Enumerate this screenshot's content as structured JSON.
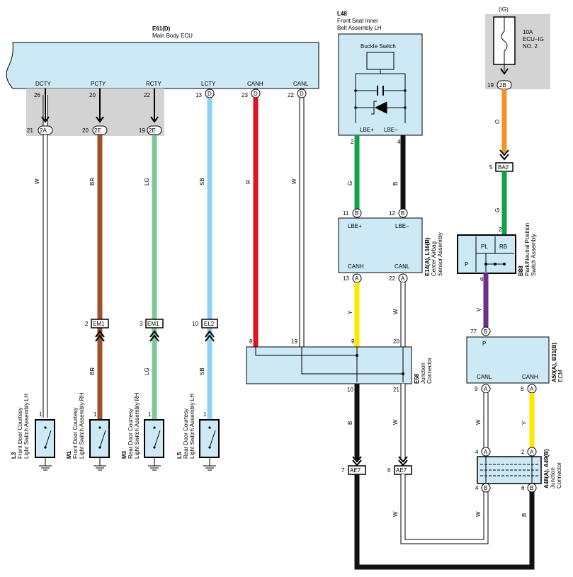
{
  "colors": {
    "box_fill": "#cde9f5",
    "gray": "#d3d3d3",
    "wire_W": "#ffffff",
    "wire_BR": "#a0522d",
    "wire_LG": "#7ec99a",
    "wire_SB": "#8fd3f4",
    "wire_R": "#e0141e",
    "wire_G": "#12a14a",
    "wire_B": "#111111",
    "wire_O": "#f39322",
    "wire_Y": "#ffe600",
    "wire_V": "#6a2f8f"
  },
  "ecu": {
    "code": "E61(D)",
    "name": "Main Body ECU",
    "pins": [
      "DCTY",
      "PCTY",
      "RCTY",
      "LCTY",
      "CANH",
      "CANL"
    ],
    "pin_nums": [
      "26",
      "20",
      "22",
      "13",
      "23",
      "22"
    ],
    "conn_D": "D"
  },
  "gray_connectors": {
    "c1": "2A",
    "c2": "2E",
    "c3": "2E",
    "n1": "21",
    "n2": "20",
    "n3": "19"
  },
  "wire_codes": {
    "w1": "W",
    "w2": "BR",
    "w3": "LG",
    "w4": "SB",
    "w5": "R",
    "w6": "W",
    "g1": "G",
    "b1": "B",
    "o1": "O",
    "g2": "G",
    "y1": "Y",
    "w7": "W",
    "v1": "V",
    "br2": "BR",
    "lg2": "LG",
    "sb2": "SB",
    "b2": "B",
    "w8": "W",
    "w9": "W",
    "y2": "Y",
    "w10": "W",
    "b3": "B"
  },
  "l48": {
    "code": "L48",
    "name1": "Front Seat Inner",
    "name2": "Belt Assembly LH",
    "buckle": "Buckle Switch",
    "lbe_plus": "LBE+",
    "lbe_minus": "LBE–",
    "pin2": "2",
    "pin4": "4"
  },
  "ig": {
    "label": "(IG)",
    "fuse1": "10A",
    "fuse2": "ECU–IG",
    "fuse3": "NO. 2",
    "pin": "19",
    "conn": "2B"
  },
  "ba2": {
    "num": "5",
    "code": "BA2"
  },
  "airbag": {
    "code": "E14(A), L16(B)",
    "name1": "Center Airbag",
    "name2": "Sensor Assembly",
    "lbe_plus": "LBE+",
    "lbe_minus": "LBE–",
    "canh": "CANH",
    "canl": "CANL",
    "p11": "11",
    "p12": "12",
    "p13": "13",
    "p22": "22",
    "cB": "B",
    "cA": "A"
  },
  "b88": {
    "code": "B88",
    "name1": "Park/Neutral Position",
    "name2": "Switch Assembly",
    "pl": "PL",
    "rb": "RB",
    "p": "P",
    "pin2": "2",
    "pin6": "6"
  },
  "em1a": {
    "num": "2",
    "code": "EM1"
  },
  "em1b": {
    "num": "3",
    "code": "EM1"
  },
  "el2": {
    "num": "10",
    "code": "EL2"
  },
  "e58": {
    "code": "E58",
    "name1": "Junction",
    "name2": "Connector",
    "p8": "8",
    "p19": "19",
    "p9": "9",
    "p20": "20",
    "p10": "10",
    "p21": "21"
  },
  "ecm": {
    "code": "A50(A), B31(B)",
    "name": "ECM",
    "p": "P",
    "canl": "CANL",
    "canh": "CANH",
    "p77": "77",
    "p9": "9",
    "p8": "8",
    "cB": "B",
    "cA": "A"
  },
  "ae7a": {
    "num": "7",
    "code": "AE7"
  },
  "ae7b": {
    "num": "6",
    "code": "AE7"
  },
  "a48": {
    "code": "A48(A), A49(B)",
    "name1": "Junction",
    "name2": "Connector",
    "p4a": "4",
    "p2a": "2",
    "p4b": "4",
    "p6b": "6",
    "cA": "A",
    "cB": "B"
  },
  "switches": [
    {
      "code": "L3",
      "name1": "Front Door Courtesy",
      "name2": "Light Switch Assembly LH",
      "pin": "1"
    },
    {
      "code": "M1",
      "name1": "Front Door Courtesy",
      "name2": "Light Switch Assembly RH",
      "pin": "1"
    },
    {
      "code": "M3",
      "name1": "Rear Door Courtesy",
      "name2": "Light Switch Assembly RH",
      "pin": "1"
    },
    {
      "code": "L5",
      "name1": "Rear Door Courtesy",
      "name2": "Light Switch Assembly LH",
      "pin": "1"
    }
  ]
}
